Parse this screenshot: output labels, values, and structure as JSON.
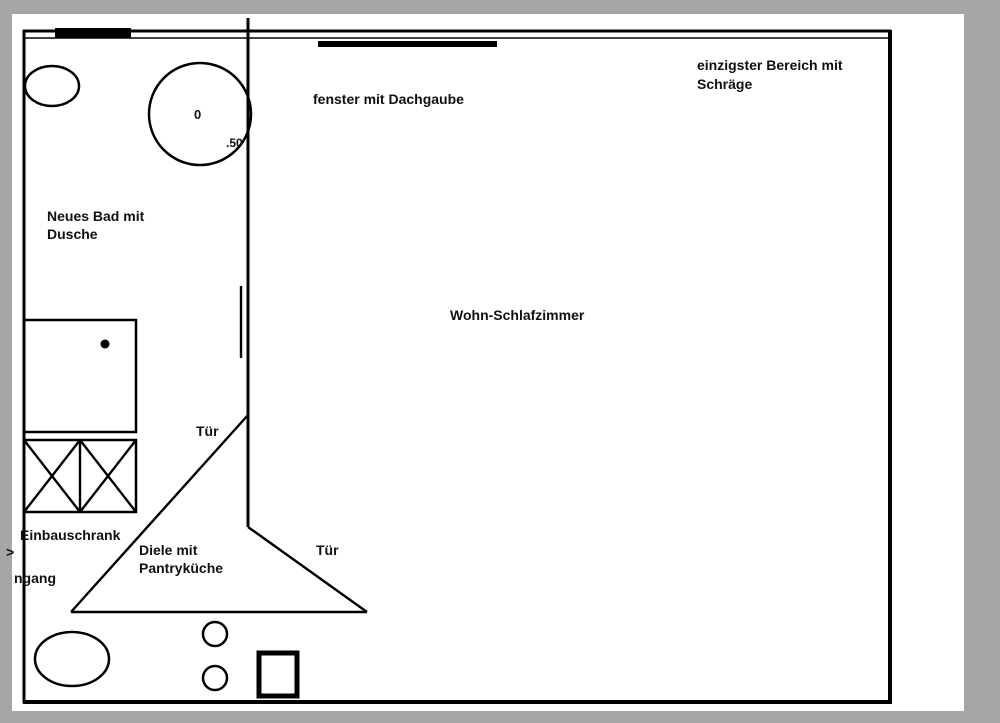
{
  "page": {
    "background": "#a6a6a6",
    "paper_color": "#ffffff",
    "line_color": "#000000"
  },
  "labels": {
    "room_main": "Wohn-Schlafzimmer",
    "bath_line1": "Neues Bad mit",
    "bath_line2": "Dusche",
    "window_dormer": "fenster mit Dachgaube",
    "slope_line1": "einzigster Bereich mit",
    "slope_line2": "Schräge",
    "door_upper": "Tür",
    "door_lower": "Tür",
    "closet": "Einbauschrank",
    "hall_line1": "Diele mit",
    "hall_line2": "Pantryküche",
    "entrance_partial": "ngang",
    "entrance_arrow": ">",
    "dim_zero": "0",
    "dim_fifty": ".50"
  }
}
